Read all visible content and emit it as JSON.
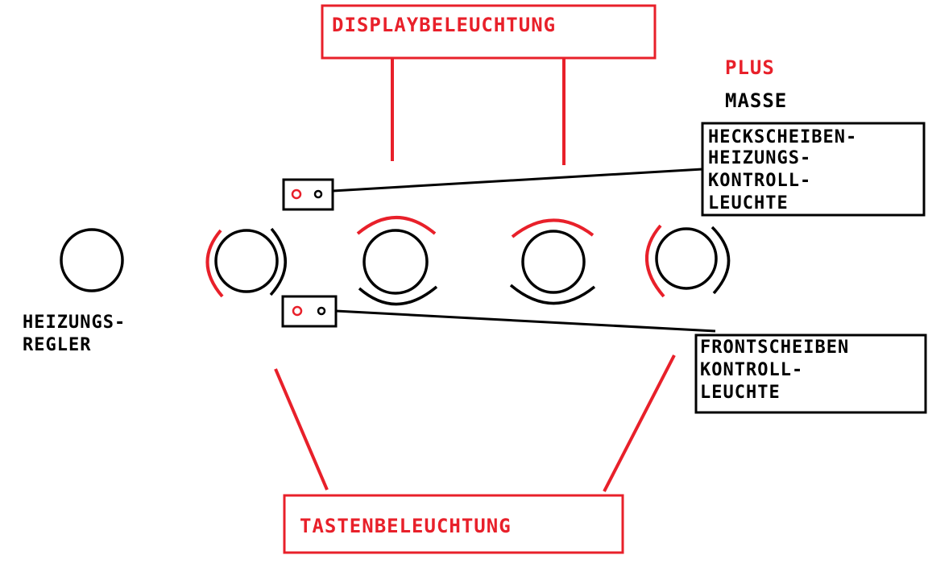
{
  "colors": {
    "plus": "#e8202a",
    "masse": "#000000",
    "background": "#ffffff"
  },
  "labels": {
    "display_lighting": "DISPLAYBELEUCHTUNG",
    "key_lighting": "TASTENBELEUCHTUNG",
    "legend_plus": "PLUS",
    "legend_ground": "MASSE",
    "rear_window": [
      "HECKSCHEIBEN-",
      "HEIZUNGS-",
      "KONTROLL-",
      "LEUCHTE"
    ],
    "front_window": [
      "FRONTSCHEIBEN",
      "KONTROLL-",
      "LEUCHTE"
    ],
    "heater_knob": [
      "HEIZUNGS-",
      "REGLER"
    ]
  }
}
